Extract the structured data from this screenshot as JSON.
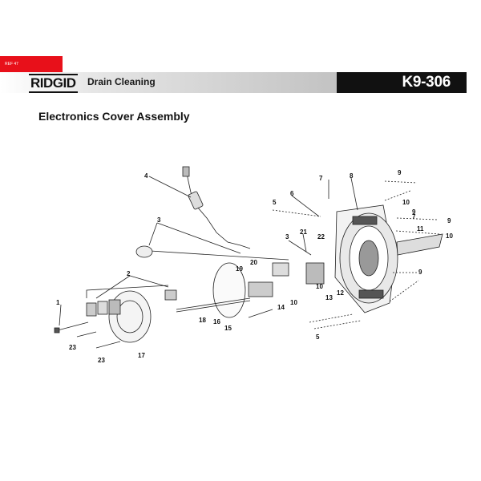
{
  "header": {
    "ref_tab": "REF 47",
    "brand": "RIDGID",
    "section": "Drain Cleaning",
    "model": "K9-306"
  },
  "title": "Electronics Cover Assembly",
  "callouts": [
    "1",
    "2",
    "3",
    "3",
    "4",
    "5",
    "5",
    "6",
    "7",
    "7",
    "8",
    "9",
    "9",
    "9",
    "9",
    "10",
    "10",
    "10",
    "10",
    "11",
    "12",
    "13",
    "14",
    "15",
    "16",
    "17",
    "18",
    "19",
    "20",
    "21",
    "22",
    "23",
    "23"
  ]
}
